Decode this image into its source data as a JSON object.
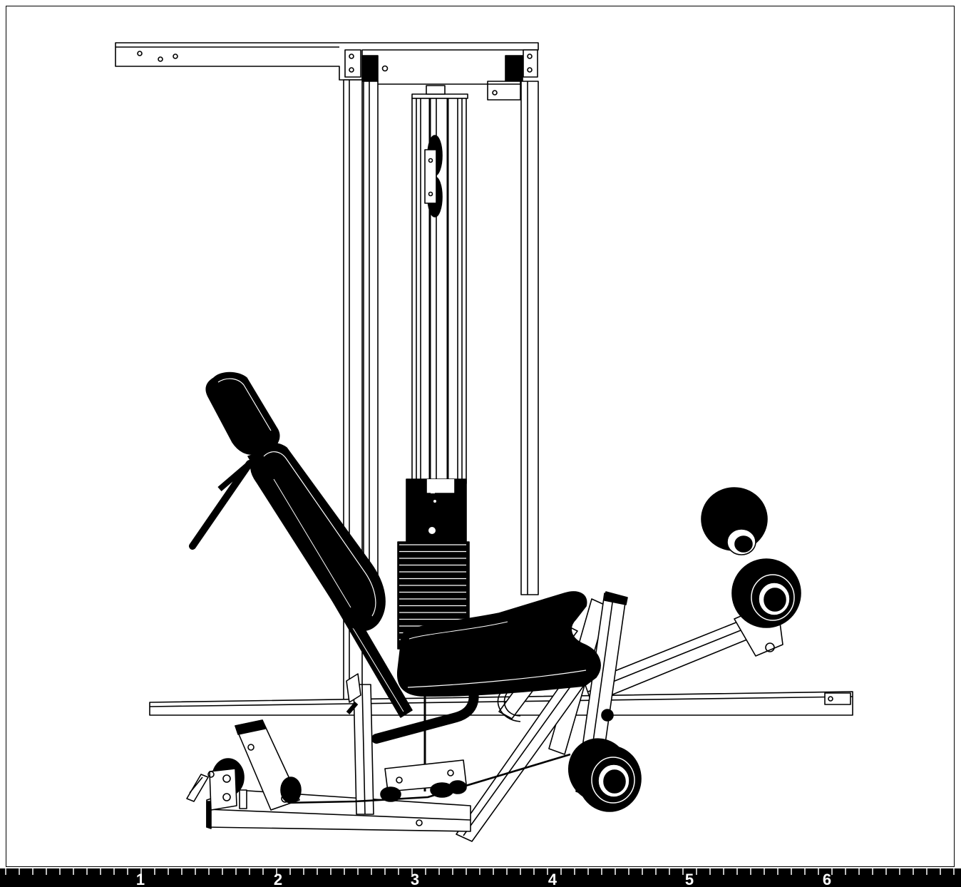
{
  "colors": {
    "ink": "#000000",
    "paper": "#ffffff",
    "ruler_bar": "#000000",
    "ruler_text": "#ffffff"
  },
  "ruler": {
    "labels": [
      "1",
      "2",
      "3",
      "4",
      "5",
      "6"
    ]
  }
}
